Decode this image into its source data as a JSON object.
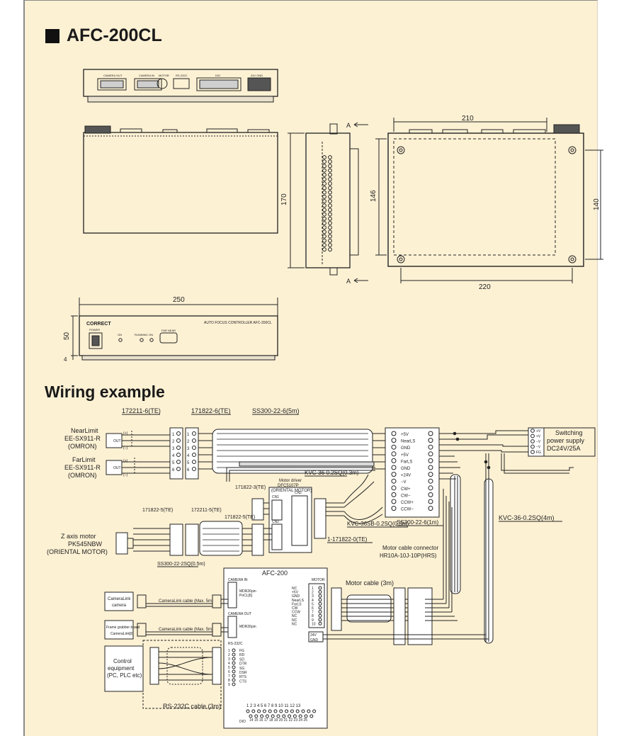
{
  "heading": "AFC-200CL",
  "wiring_heading": "Wiring example",
  "colors": {
    "page_bg": "#fdf1d4",
    "line": "#222222",
    "fill_gray": "#d9d9d9"
  },
  "drawings": {
    "rear_labels": [
      "CAMERA OUT",
      "CAMERA IN",
      "MOTOR",
      "RS-232C",
      "DIO",
      "24V GND"
    ],
    "dim_width_top": "210",
    "dim_width_bottom": "220",
    "dim_height_left": "146",
    "dim_height_right": "140",
    "dim_side_height": "170",
    "section_marker": "A",
    "dim_front_width": "250",
    "dim_front_height": "50",
    "dim_front_small": "4",
    "front_brand": "CORRECT",
    "front_model": "AUTO FOCUS CONTROLLER AFC-200CL",
    "front_power": "POWER",
    "front_leds": [
      "ON",
      "RUNNING",
      "ON"
    ],
    "front_buttons": "FAR   NEAR"
  },
  "wiring": {
    "conn_172211_6": "172211-6(TE)",
    "conn_171822_6": "171822-6(TE)",
    "cable_ss300_5m": "SS300-22-6(5m)",
    "near_limit": [
      "NearLimit",
      "EE-SX911-R",
      "(OMRON)"
    ],
    "far_limit": [
      "FarLimit",
      "EE-SX911-R",
      "(OMRON)"
    ],
    "sensor_pins": [
      "(+)",
      "OUT",
      "(−)"
    ],
    "terminal_labels": [
      "+5V",
      "NearLS",
      "GND",
      "+5V",
      "FarLS",
      "GND",
      "+24V",
      "−V",
      "CW+",
      "CW−",
      "CCW+",
      "CCW−"
    ],
    "switching_power": [
      "Switching",
      "power supply",
      "DC24V/25A"
    ],
    "psu_terminals": [
      "+V",
      "+V",
      "−V",
      "−V",
      "FG"
    ],
    "kvc_03": "KVC-36-0.2SQ(0.3m)",
    "conn_171822_3": "171822-3(TE)",
    "motor_driver": [
      "Motor driver",
      "DFC5107P",
      "(ORIENTAL MOTOR)"
    ],
    "cn1": "CN1",
    "cn2": "CN2",
    "conn_171822_5": "171822-5(TE)",
    "conn_172211_5": "172211-5(TE)",
    "conn_171822_5b": "171822-5(TE)",
    "kvc_sb": "KVC-36SB-0.2SQ(0.3m)",
    "ss300_1m": "SS300-22-6(1m)",
    "kvc_4m": "KVC-36-0.2SQ(4m)",
    "motor_cable_conn": [
      "Motor cable connector",
      "HR10A-10J-10P(HRS)"
    ],
    "z_axis": [
      "Z axis motor",
      "PK545NBW",
      "(ORIENTAL MOTOR)"
    ],
    "ss300_05": "SS300-22-2SQ(0.5m)",
    "conn_1_171822": "1-171822-0(TE)",
    "afc_200": "AFC-200",
    "motor_cable_3m": "Motor cable (3m)",
    "camera_in": "CAMERA IN",
    "camera_out": "CAMERA OUT",
    "mdr_pocl": [
      "MDR26pin",
      "PoCL[6]"
    ],
    "mdr_out": "MDR26pin",
    "motor_label": "MOTOR",
    "motor_pins": [
      "NC",
      "+5V",
      "GND",
      "NearLS",
      "FarLS",
      "CW",
      "CCW",
      "NC",
      "NC",
      "NC"
    ],
    "camlink_camera": [
      "CameraLink",
      "camera"
    ],
    "camlink_cable": "CameraLink cable (Max. 5m)",
    "frame_grabber": [
      "Frame grabber board",
      "CameraLink[6]"
    ],
    "control_equipment": [
      "Control",
      "equipment",
      "(PC, PLC etc)"
    ],
    "rs232c_label": "RS-232C",
    "rs232c_signals": [
      "FG",
      "RD",
      "SD",
      "DTR",
      "SG",
      "DSR",
      "RTS",
      "CTS"
    ],
    "rs232c_cable": "RS-232C cable (3m)",
    "power_terms": [
      "24V",
      "GND"
    ],
    "dio_label": "DIO",
    "dio_top": "1 2 3 4 5 6 7 8 9 10 11 12 13",
    "dio_bottom": "14 15 16 17 18 19 20 21 22 23 24 25"
  }
}
